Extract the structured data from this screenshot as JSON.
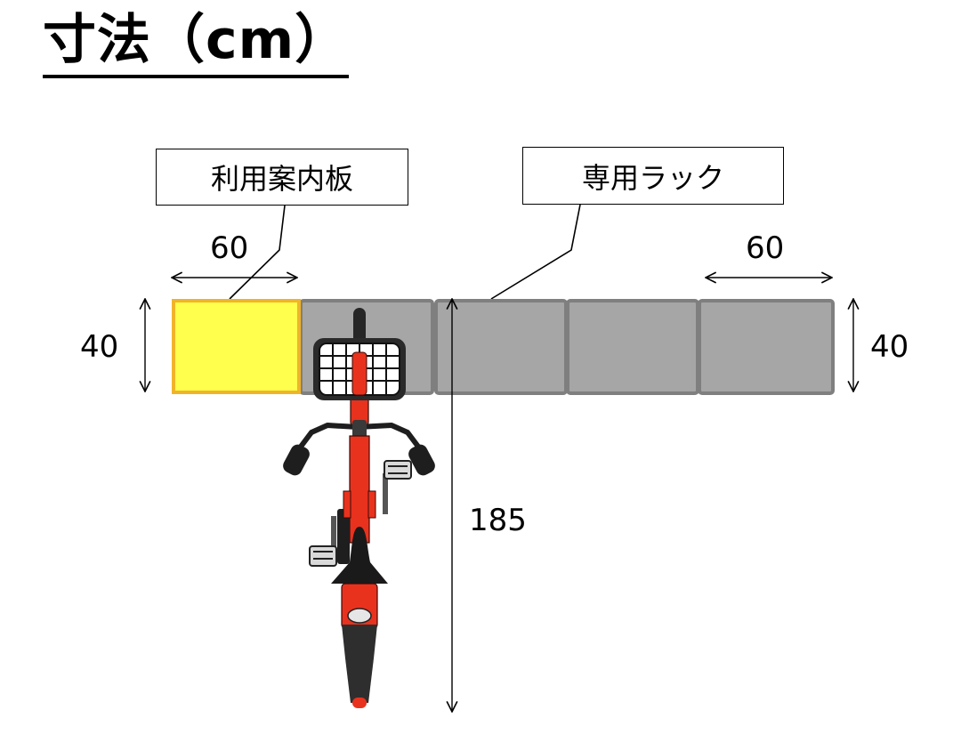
{
  "title": "寸法（cm）",
  "labels": {
    "board": "利用案内板",
    "rack": "専用ラック"
  },
  "dimensions": {
    "board_width": "60",
    "rack_width": "60",
    "left_height": "40",
    "right_height": "40",
    "bicycle_length": "185"
  },
  "colors": {
    "board_fill": "#ffff4d",
    "board_border": "#f0b428",
    "rack_fill": "#a6a6a6",
    "rack_border": "#7f7f7f",
    "bicycle_frame": "#e8321e"
  },
  "icons": [
    "bicycle-icon",
    "basket-icon",
    "double-arrow-icon"
  ]
}
